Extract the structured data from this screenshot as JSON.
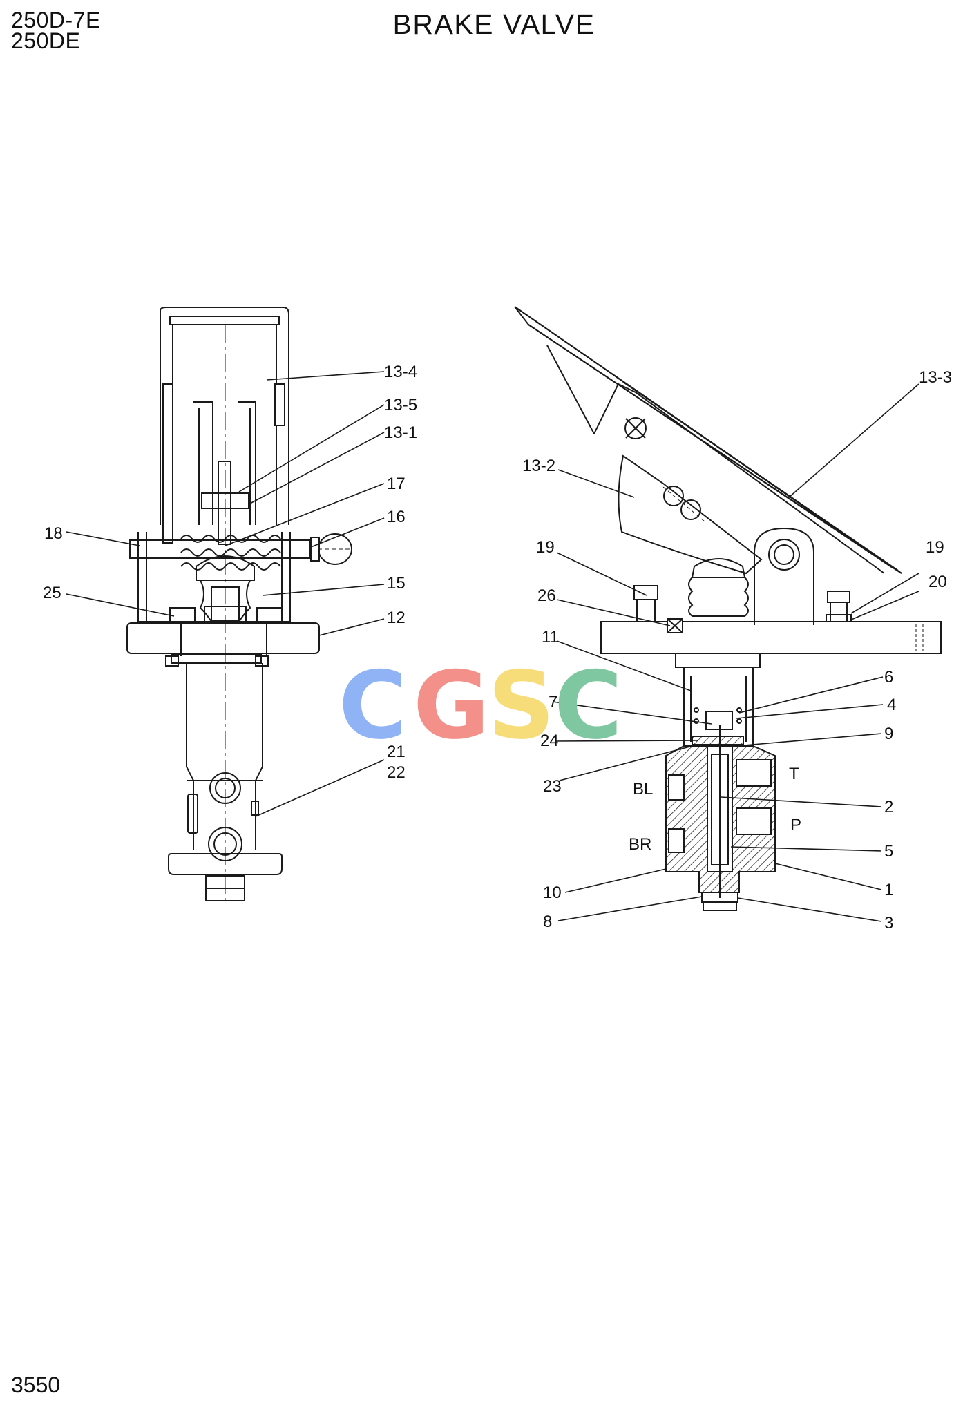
{
  "header": {
    "models": [
      "250D-7E",
      "250DE"
    ],
    "title": "BRAKE VALVE"
  },
  "footer": {
    "page_number": "3550"
  },
  "watermark": {
    "letters": [
      "C",
      "G",
      "S",
      "C"
    ],
    "colors": [
      "#8fb3f5",
      "#f3908a",
      "#f7dd7a",
      "#7fc7a0"
    ]
  },
  "left_view": {
    "callouts": [
      "13-4",
      "13-5",
      "13-1",
      "17",
      "16",
      "18",
      "15",
      "25",
      "12",
      "21",
      "22"
    ]
  },
  "right_view": {
    "callouts": [
      "13-3",
      "13-2",
      "19",
      "19",
      "20",
      "26",
      "11",
      "6",
      "4",
      "7",
      "9",
      "24",
      "23",
      "T",
      "BL",
      "2",
      "P",
      "BR",
      "5",
      "10",
      "1",
      "8",
      "3"
    ]
  }
}
